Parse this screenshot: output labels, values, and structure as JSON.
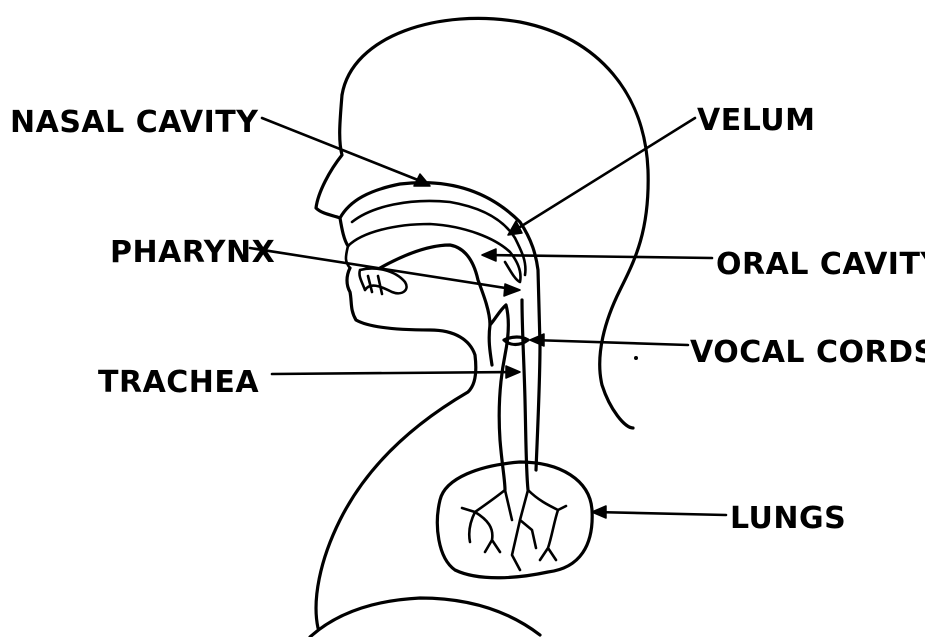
{
  "labels": {
    "nasal_cavity": "NASAL CAVITY",
    "velum": "VELUM",
    "pharynx": "PHARYNX",
    "oral_cavity": "ORAL CAVITY",
    "vocal_cords": "VOCAL CORDS",
    "trachea": "TRACHEA",
    "lungs": "LUNGS"
  }
}
